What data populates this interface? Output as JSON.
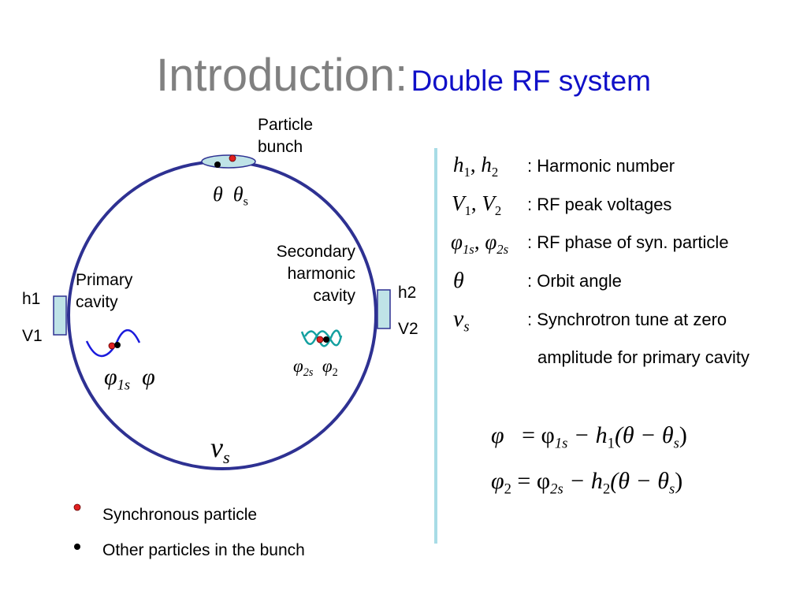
{
  "title": {
    "main": "Introduction:",
    "sub": "Double RF system"
  },
  "diagram": {
    "particle_bunch_line1": "Particle",
    "particle_bunch_line2": "bunch",
    "theta": "θ",
    "theta_s": "θ",
    "theta_s_sub": "s",
    "primary_line1": "Primary",
    "primary_line2": "cavity",
    "h1": "h1",
    "v1": "V1",
    "secondary_line1": "Secondary",
    "secondary_line2": "harmonic",
    "secondary_line3": "cavity",
    "h2": "h2",
    "v2": "V2",
    "phi": "φ",
    "phi1s_sub": "1s",
    "phi2s_sub": "2s",
    "phi2_sub": "2",
    "nu": "ν",
    "nu_sub": "s"
  },
  "definitions": [
    {
      "sym": "h",
      "sub": "1",
      "sym2": "h",
      "sub2": "2",
      "text": ": Harmonic number"
    },
    {
      "sym": "V",
      "sub": "1",
      "sym2": "V",
      "sub2": "2",
      "text": ": RF peak voltages"
    },
    {
      "sym": "φ",
      "sub": "1s",
      "sym2": "φ",
      "sub2": "2s",
      "text": ": RF phase of syn. particle"
    },
    {
      "sym": "θ",
      "text": ": Orbit angle"
    },
    {
      "sym": "ν",
      "sub": "s",
      "text": ": Synchrotron tune at zero",
      "text2": "amplitude for primary cavity"
    }
  ],
  "equations": {
    "eq1": {
      "lhs": "φ",
      "rhs_a": "= φ",
      "rhs_a_sub": "1s",
      "minus": " − h",
      "h_sub": "1",
      "paren": "(θ − θ",
      "paren_sub": "s",
      "close": ")"
    },
    "eq2": {
      "lhs": "φ",
      "lhs_sub": "2",
      "rhs_a": "= φ",
      "rhs_a_sub": "2s",
      "minus": " − h",
      "h_sub": "2",
      "paren": "(θ − θ",
      "paren_sub": "s",
      "close": ")"
    }
  },
  "legend": [
    {
      "color": "#e02020",
      "text": "Synchronous particle"
    },
    {
      "color": "#000000",
      "text": "Other particles in the bunch"
    }
  ],
  "colors": {
    "ring": "#2e3192",
    "cavity": "#bfe3e7",
    "divider": "#a8dce6",
    "wave_primary": "#1a1adc",
    "wave_secondary": "#14a0a0",
    "sync": "#e02020"
  }
}
